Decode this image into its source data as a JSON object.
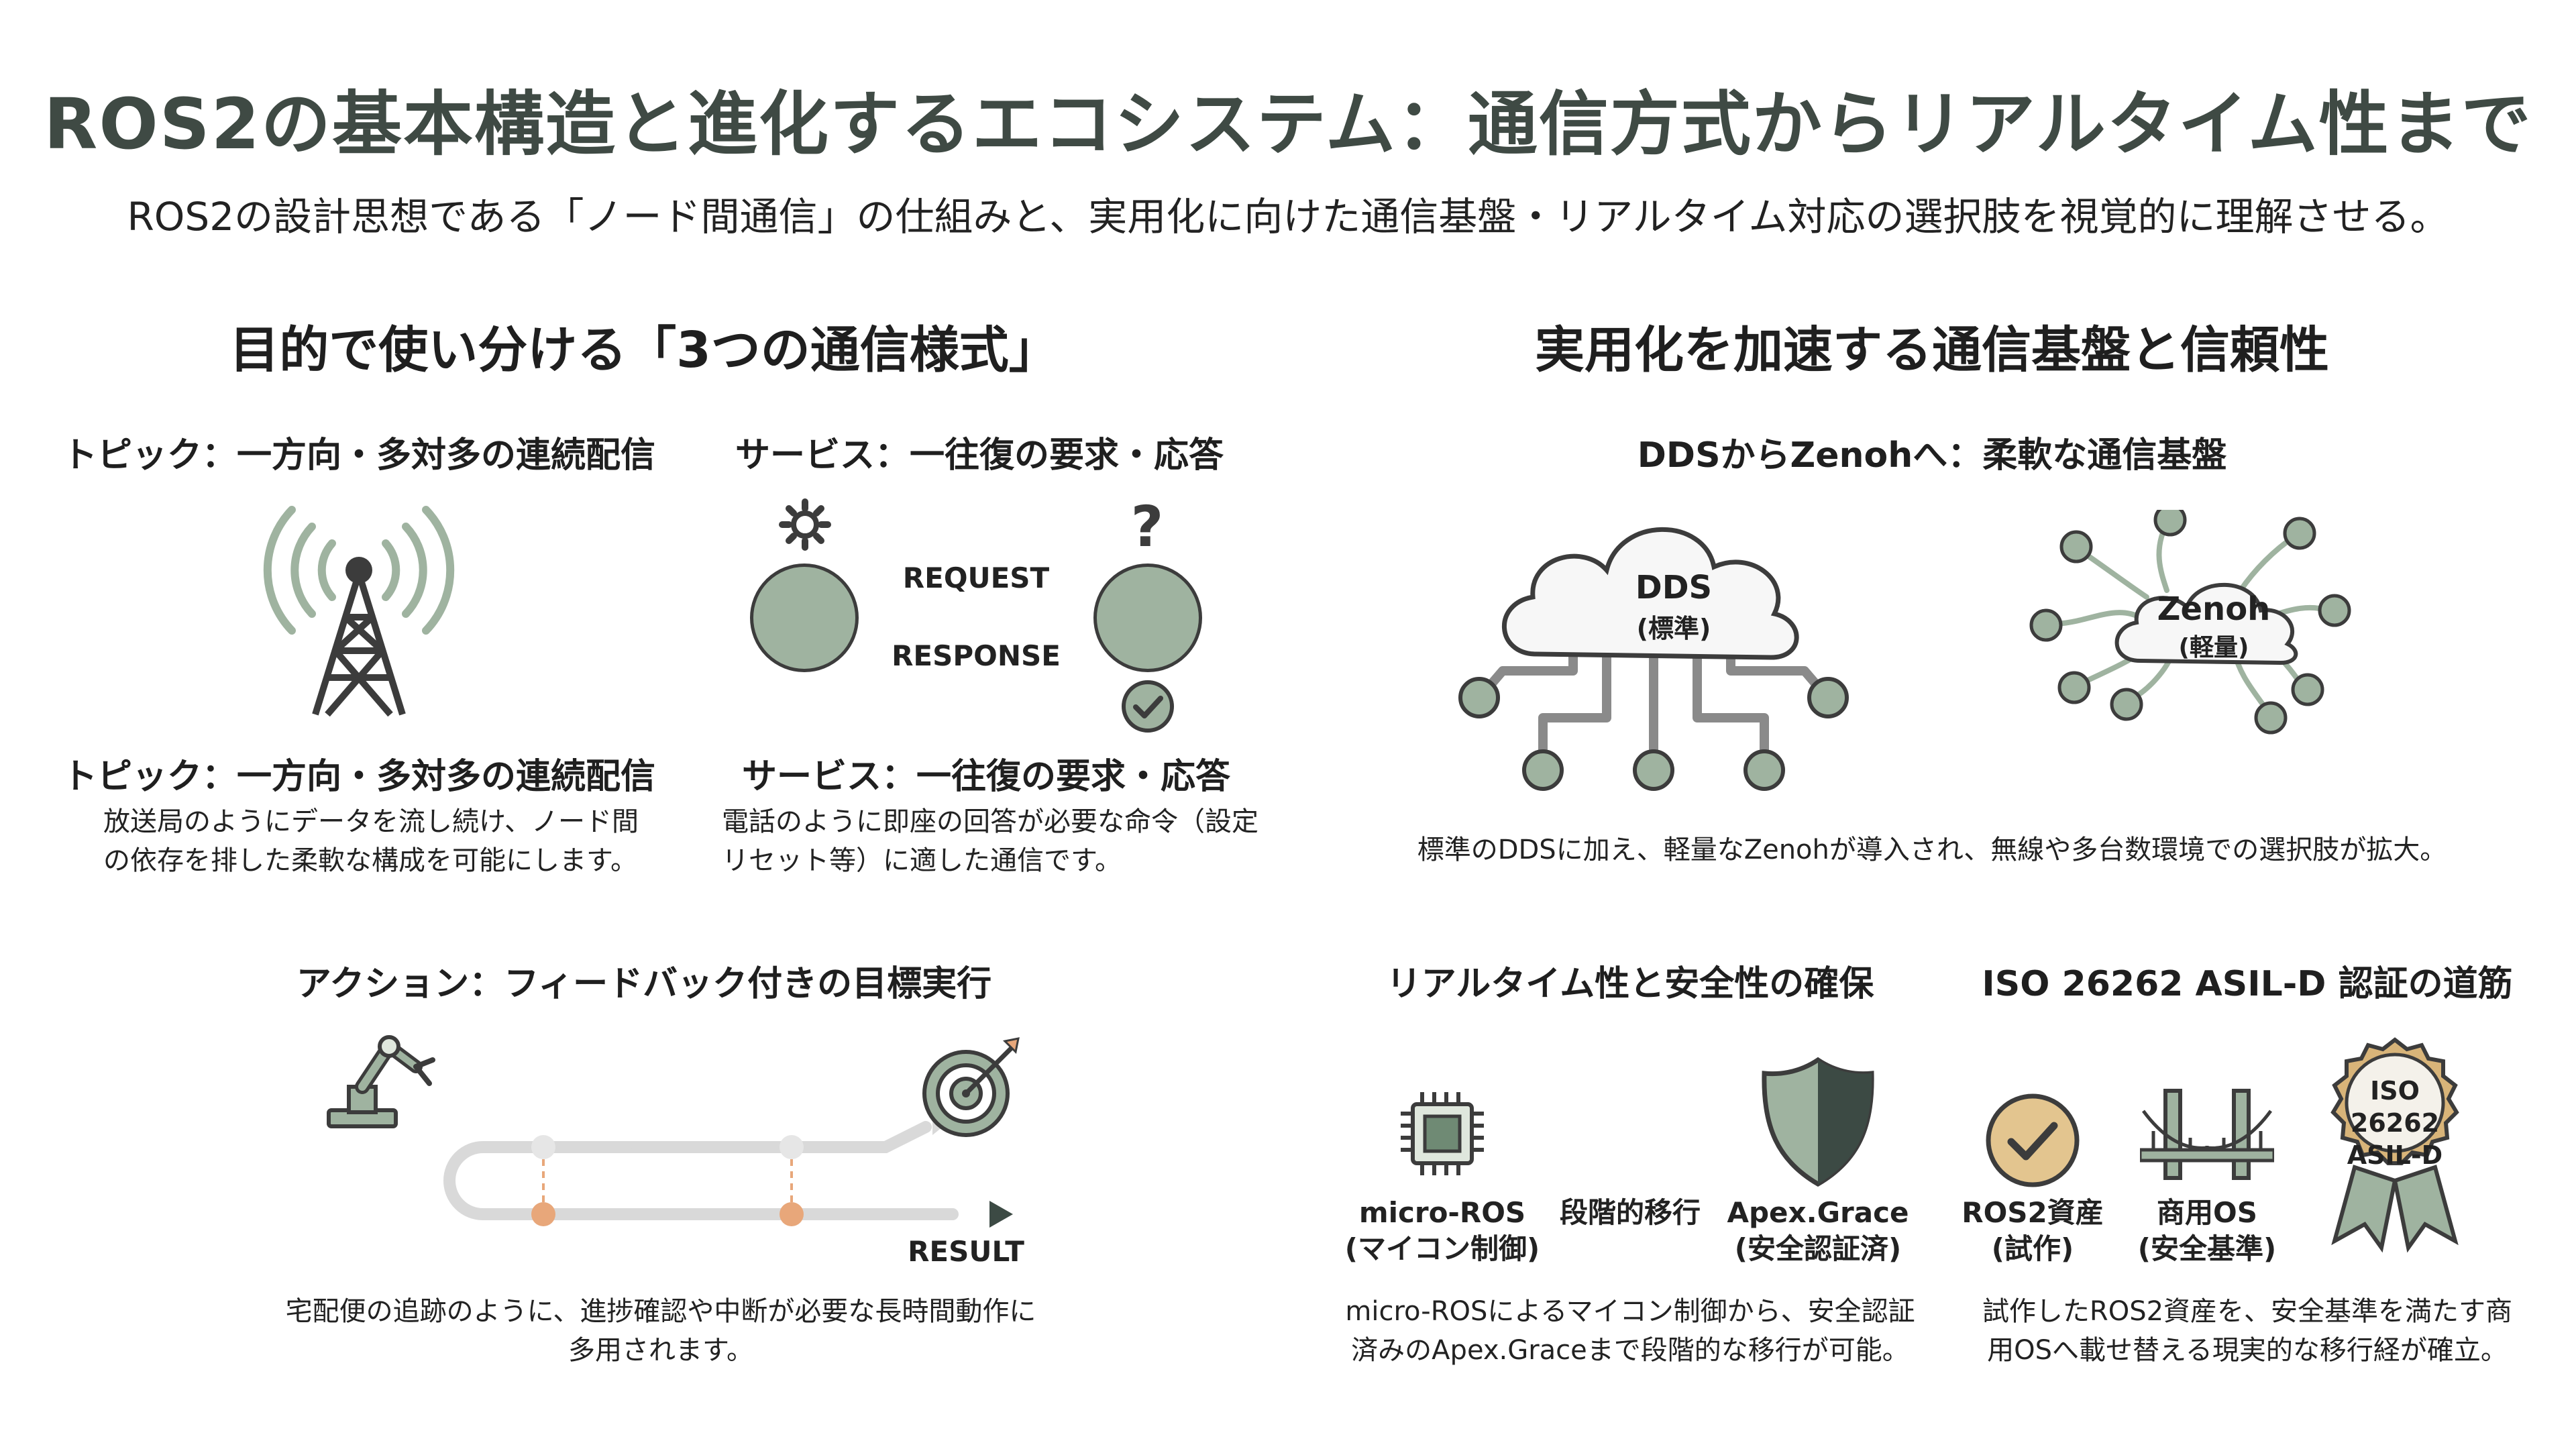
{
  "header": {
    "title": "ROS2の基本構造と進化するエコシステム：通信方式からリアルタイム性まで",
    "subtitle": "ROS2の設計思想である「ノード間通信」の仕組みと、実用化に向けた通信基盤・リアルタイム対応の選択肢を視覚的に理解させる。"
  },
  "left": {
    "heading": "目的で使い分ける「3つの通信様式」",
    "topic": {
      "title": "トピック：一方向・多対多の連続配信",
      "caption_title": "トピック：一方向・多対多の連続配信",
      "desc_line1": "放送局のようにデータを流し続け、ノード間",
      "desc_line2": "の依存を排した柔軟な構成を可能にします。"
    },
    "service": {
      "title": "サービス：一往復の要求・応答",
      "request": "REQUEST",
      "response": "RESPONSE",
      "question_mark": "?",
      "caption_title": "サービス：一往復の要求・応答",
      "desc_line1": "電話のように即座の回答が必要な命令（設定",
      "desc_line2": "リセット等）に適した通信です。"
    },
    "action": {
      "title": "アクション：フィードバック付きの目標実行",
      "result": "RESULT",
      "desc_line1": "宅配便の追跡のように、進捗確認や中断が必要な長時間動作に",
      "desc_line2": "多用されます。"
    }
  },
  "right": {
    "heading": "実用化を加速する通信基盤と信頼性",
    "dds_section": {
      "title": "DDSからZenohへ：柔軟な通信基盤",
      "dds_label": "DDS",
      "dds_sub": "(標準)",
      "zenoh_label": "Zenoh",
      "zenoh_sub": "(軽量)",
      "desc": "標準のDDSに加え、軽量なZenohが導入され、無線や多台数環境での選択肢が拡大。"
    },
    "realtime": {
      "title": "リアルタイム性と安全性の確保",
      "micro_ros_label": "micro-ROS",
      "micro_ros_sub": "(マイコン制御)",
      "step_label": "段階的移行",
      "apex_label": "Apex.Grace",
      "apex_sub": "(安全認証済)",
      "desc_line1": "micro-ROSによるマイコン制御から、安全認証",
      "desc_line2": "済みのApex.Graceまで段階的な移行が可能。"
    },
    "iso": {
      "title": "ISO 26262 ASIL-D 認証の道筋",
      "ros2_label": "ROS2資産",
      "ros2_sub": "(試作)",
      "os_label": "商用OS",
      "os_sub": "(安全基準)",
      "badge_line1": "ISO",
      "badge_line2": "26262",
      "badge_line3": "ASIL-D",
      "desc_line1": "試作したROS2資産を、安全基準を満たす商",
      "desc_line2": "用OSへ載せ替える現実的な移行経が確立。"
    }
  },
  "colors": {
    "sage": "#9fb3a0",
    "sage_dark": "#6f8a74",
    "sage_light": "#dfe7dd",
    "orange": "#e8a77a",
    "title_gray": "#3f4a44",
    "gold": "#d8b479"
  }
}
